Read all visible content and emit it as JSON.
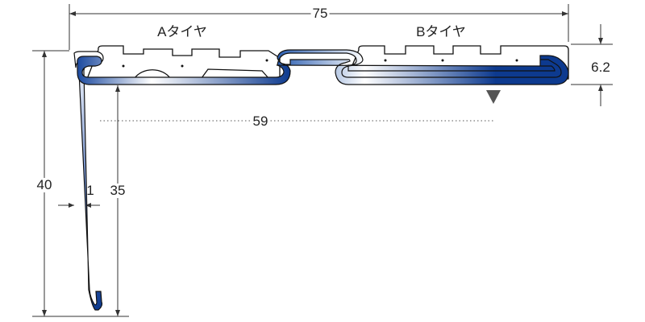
{
  "dimensions": {
    "overall_width": "75",
    "tread_width": "59",
    "height": "6.2",
    "overall_depth": "40",
    "inner_depth": "35",
    "thickness": "1"
  },
  "inserts": {
    "a_label": "Aタイヤ",
    "b_label": "Bタイヤ"
  },
  "colors": {
    "metal_dark": "#0d3a8f",
    "metal_light": "#ffffff",
    "line": "#333333",
    "marker": "#555555"
  }
}
